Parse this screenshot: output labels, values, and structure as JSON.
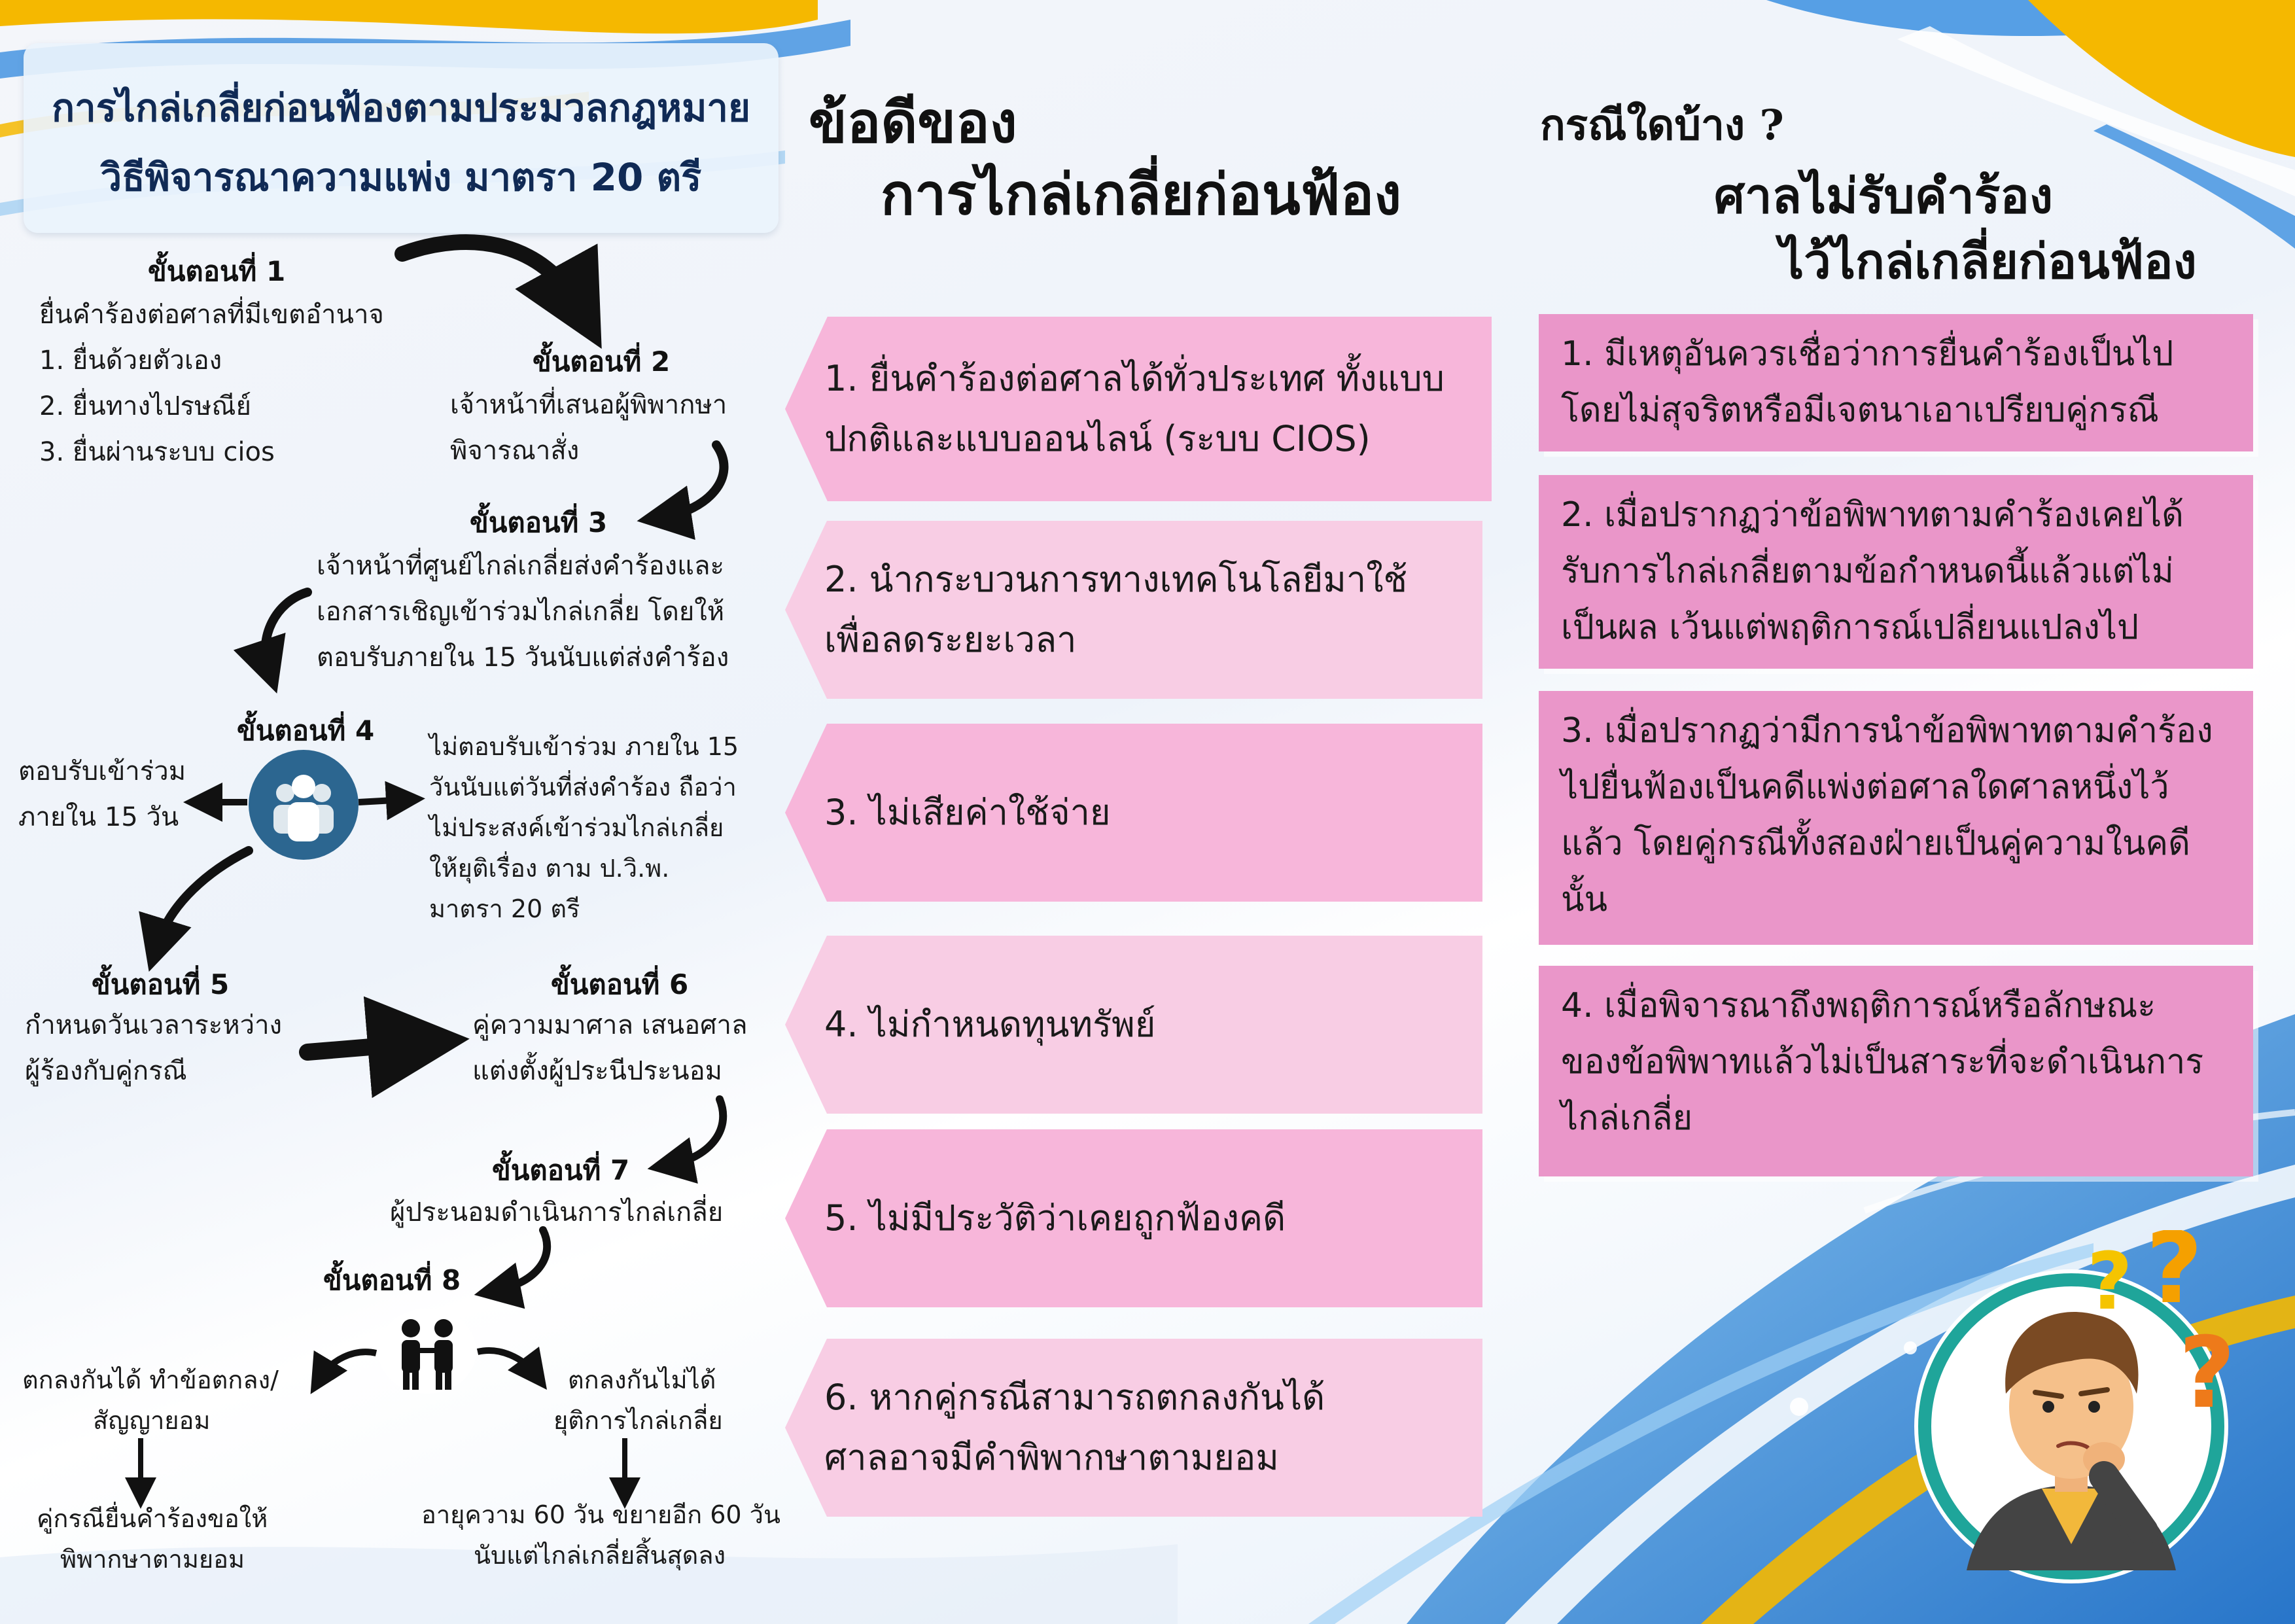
{
  "title": {
    "line1": "การไกล่เกลี่ยก่อนฟ้องตามประมวลกฎหมาย",
    "line2": "วิธีพิจารณาความแพ่ง มาตรา 20 ตรี"
  },
  "benefits_heading": {
    "line1": "ข้อดีของ",
    "line2": "การไกล่เกลี่ยก่อนฟ้อง"
  },
  "cases_heading": {
    "line1": "กรณีใดบ้าง ?",
    "line2": "ศาลไม่รับคำร้อง",
    "line3": "ไว้ไกล่เกลี่ยก่อนฟ้อง"
  },
  "steps": {
    "s1": {
      "label": "ขั้นตอนที่ 1",
      "lines": [
        "ยื่นคำร้องต่อศาลที่มีเขตอำนาจ",
        "1. ยื่นด้วยตัวเอง",
        "2. ยื่นทางไปรษณีย์",
        "3. ยื่นผ่านระบบ cios"
      ]
    },
    "s2": {
      "label": "ขั้นตอนที่ 2",
      "lines": [
        "เจ้าหน้าที่เสนอผู้พิพากษา",
        "พิจารณาสั่ง"
      ]
    },
    "s3": {
      "label": "ขั้นตอนที่ 3",
      "lines": [
        "เจ้าหน้าที่ศูนย์ไกล่เกลี่ยส่งคำร้องและ",
        "เอกสารเชิญเข้าร่วมไกล่เกลี่ย โดยให้",
        "ตอบรับภายใน 15 วันนับแต่ส่งคำร้อง"
      ]
    },
    "s4": {
      "label": "ขั้นตอนที่ 4",
      "accept": [
        "ตอบรับเข้าร่วม",
        "ภายใน 15 วัน"
      ],
      "decline": [
        "ไม่ตอบรับเข้าร่วม ภายใน 15",
        "วันนับแต่วันที่ส่งคำร้อง ถือว่า",
        "ไม่ประสงค์เข้าร่วมไกล่เกลี่ย",
        "ให้ยุติเรื่อง ตาม ป.วิ.พ.",
        "มาตรา 20 ตรี"
      ]
    },
    "s5": {
      "label": "ขั้นตอนที่ 5",
      "lines": [
        "กำหนดวันเวลาระหว่าง",
        "ผู้ร้องกับคู่กรณี"
      ]
    },
    "s6": {
      "label": "ขั้นตอนที่ 6",
      "lines": [
        "คู่ความมาศาล เสนอศาล",
        "แต่งตั้งผู้ประนีประนอม"
      ]
    },
    "s7": {
      "label": "ขั้นตอนที่ 7",
      "lines": [
        "ผู้ประนอมดำเนินการไกล่เกลี่ย"
      ]
    },
    "s8": {
      "label": "ขั้นตอนที่ 8",
      "agree": [
        "ตกลงกันได้ ทำข้อตกลง/",
        "สัญญายอม"
      ],
      "agree_result": [
        "คู่กรณียื่นคำร้องขอให้",
        "พิพากษาตามยอม"
      ],
      "disagree": [
        "ตกลงกันไม่ได้",
        "ยุติการไกล่เกลี่ย"
      ],
      "disagree_result": [
        "อายุความ 60 วัน ขยายอีก 60 วัน",
        "นับแต่ไกล่เกลี่ยสิ้นสุดลง"
      ]
    }
  },
  "benefits": [
    "1. ยื่นคำร้องต่อศาลได้ทั่วประเทศ ทั้งแบบ\nปกติและแบบออนไลน์ (ระบบ CIOS)",
    "2. นำกระบวนการทางเทคโนโลยีมาใช้\nเพื่อลดระยะเวลา",
    "3. ไม่เสียค่าใช้จ่าย",
    "4. ไม่กำหนดทุนทรัพย์",
    "5. ไม่มีประวัติว่าเคยถูกฟ้องคดี",
    "6. หากคู่กรณีสามารถตกลงกันได้\nศาลอาจมีคำพิพากษาตามยอม"
  ],
  "cases": [
    "1. มีเหตุอันควรเชื่อว่าการยื่นคำร้องเป็นไป\nโดยไม่สุจริตหรือมีเจตนาเอาเปรียบคู่กรณี",
    "2. เมื่อปรากฏว่าข้อพิพาทตามคำร้องเคยได้\nรับการไกล่เกลี่ยตามข้อกำหนดนี้แล้วแต่ไม่\nเป็นผล เว้นแต่พฤติการณ์เปลี่ยนแปลงไป",
    "3. เมื่อปรากฏว่ามีการนำข้อพิพาทตามคำร้อง\nไปยื่นฟ้องเป็นคดีแพ่งต่อศาลใดศาลหนึ่งไว้\nแล้ว โดยคู่กรณีทั้งสองฝ่ายเป็นคู่ความในคดี\nนั้น",
    "4. เมื่อพิจารณาถึงพฤติการณ์หรือลักษณะ\nของข้อพิพาทแล้วไม่เป็นสาระที่จะดำเนินการ\nไกล่เกลี่ย"
  ],
  "colors": {
    "title_text": "#102a55",
    "benefit_dark": "#f7b6da",
    "benefit_light": "#f8cde4",
    "case_bg": "#ea96c9",
    "icon_blue": "#2c6690",
    "accent_yellow": "#f5b800",
    "accent_blue": "#1f7bd0"
  },
  "icons": {
    "group": "people-group-icon",
    "pair": "two-people-icon",
    "confused": "confused-man-icon",
    "questions": "question-mark-icon"
  }
}
